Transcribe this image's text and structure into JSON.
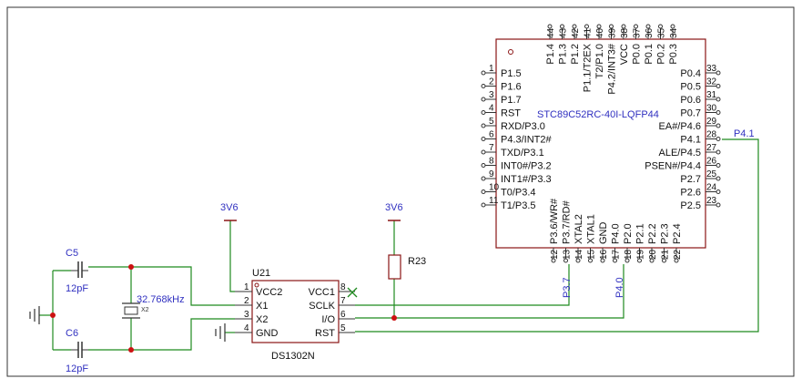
{
  "schematic": {
    "mcu": {
      "name": "STC89C52RC-40I-LQFP44",
      "left_pins": [
        {
          "num": "1",
          "label": "P1.5"
        },
        {
          "num": "2",
          "label": "P1.6"
        },
        {
          "num": "3",
          "label": "P1.7"
        },
        {
          "num": "4",
          "label": "RST"
        },
        {
          "num": "5",
          "label": "RXD/P3.0"
        },
        {
          "num": "6",
          "label": "P4.3/INT2#"
        },
        {
          "num": "7",
          "label": "TXD/P3.1"
        },
        {
          "num": "8",
          "label": "INT0#/P3.2"
        },
        {
          "num": "9",
          "label": "INT1#/P3.3"
        },
        {
          "num": "10",
          "label": "T0/P3.4"
        },
        {
          "num": "11",
          "label": "T1/P3.5"
        }
      ],
      "right_pins": [
        {
          "num": "33",
          "label": "P0.4"
        },
        {
          "num": "32",
          "label": "P0.5"
        },
        {
          "num": "31",
          "label": "P0.6"
        },
        {
          "num": "30",
          "label": "P0.7"
        },
        {
          "num": "29",
          "label": "EA#/P4.6"
        },
        {
          "num": "28",
          "label": "P4.1"
        },
        {
          "num": "27",
          "label": "ALE/P4.5"
        },
        {
          "num": "26",
          "label": "PSEN#/P4.4"
        },
        {
          "num": "25",
          "label": "P2.7"
        },
        {
          "num": "24",
          "label": "P2.6"
        },
        {
          "num": "23",
          "label": "P2.5"
        }
      ],
      "top_pins": [
        {
          "num": "44",
          "label": "P1.4"
        },
        {
          "num": "43",
          "label": "P1.3"
        },
        {
          "num": "42",
          "label": "P1.2"
        },
        {
          "num": "41",
          "label": "P1.1/T2EX"
        },
        {
          "num": "40",
          "label": "T2/P1.0"
        },
        {
          "num": "39",
          "label": "P4.2/INT3#"
        },
        {
          "num": "38",
          "label": "VCC"
        },
        {
          "num": "37",
          "label": "P0.0"
        },
        {
          "num": "36",
          "label": "P0.1"
        },
        {
          "num": "35",
          "label": "P0.2"
        },
        {
          "num": "34",
          "label": "P0.3"
        }
      ],
      "bottom_pins": [
        {
          "num": "12",
          "label": "P3.6/WR#"
        },
        {
          "num": "13",
          "label": "P3.7/RD#"
        },
        {
          "num": "14",
          "label": "XTAL2"
        },
        {
          "num": "15",
          "label": "XTAL1"
        },
        {
          "num": "16",
          "label": "GND"
        },
        {
          "num": "17",
          "label": "P4.0"
        },
        {
          "num": "18",
          "label": "P2.0"
        },
        {
          "num": "19",
          "label": "P2.1"
        },
        {
          "num": "20",
          "label": "P2.2"
        },
        {
          "num": "21",
          "label": "P2.3"
        },
        {
          "num": "22",
          "label": "P2.4"
        }
      ]
    },
    "rtc": {
      "designator": "U21",
      "name": "DS1302N",
      "left_pins": [
        {
          "num": "1",
          "label": "VCC2"
        },
        {
          "num": "2",
          "label": "X1"
        },
        {
          "num": "3",
          "label": "X2"
        },
        {
          "num": "4",
          "label": "GND"
        }
      ],
      "right_pins": [
        {
          "num": "8",
          "label": "VCC1"
        },
        {
          "num": "7",
          "label": "SCLK"
        },
        {
          "num": "6",
          "label": "I/O"
        },
        {
          "num": "5",
          "label": "RST"
        }
      ]
    },
    "crystal": {
      "label": "32.768kHz",
      "designator": "X2"
    },
    "c5": {
      "designator": "C5",
      "value": "12pF"
    },
    "c6": {
      "designator": "C6",
      "value": "12pF"
    },
    "r23": {
      "designator": "R23"
    },
    "power_left": "3V6",
    "power_right": "3V6",
    "net_p37": "P3.7",
    "net_p40": "P4.0",
    "net_p41": "P4.1"
  }
}
